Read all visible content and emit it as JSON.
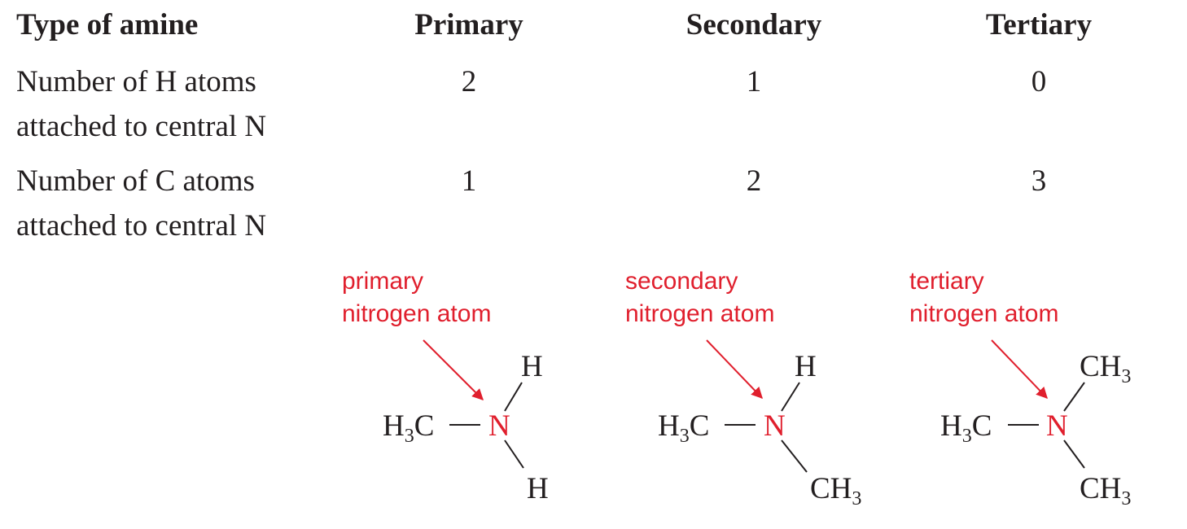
{
  "table": {
    "header": {
      "row_label": "Type of amine",
      "columns": [
        "Primary",
        "Secondary",
        "Tertiary"
      ]
    },
    "rows": [
      {
        "label_line1": "Number of H atoms",
        "label_line2": "attached to central N",
        "values": [
          "2",
          "1",
          "0"
        ]
      },
      {
        "label_line1": "Number of C atoms",
        "label_line2": "attached to central N",
        "values": [
          "1",
          "2",
          "3"
        ]
      }
    ]
  },
  "structures": [
    {
      "label_line1": "primary",
      "label_line2": "nitrogen atom",
      "left_group": "H3C",
      "center_atom": "N",
      "upper_group": "H",
      "lower_group": "H"
    },
    {
      "label_line1": "secondary",
      "label_line2": "nitrogen atom",
      "left_group": "H3C",
      "center_atom": "N",
      "upper_group": "H",
      "lower_group": "CH3"
    },
    {
      "label_line1": "tertiary",
      "label_line2": "nitrogen atom",
      "left_group": "H3C",
      "center_atom": "N",
      "upper_group": "CH3",
      "lower_group": "CH3"
    }
  ],
  "colors": {
    "text": "#231f20",
    "highlight": "#e01f2d"
  }
}
